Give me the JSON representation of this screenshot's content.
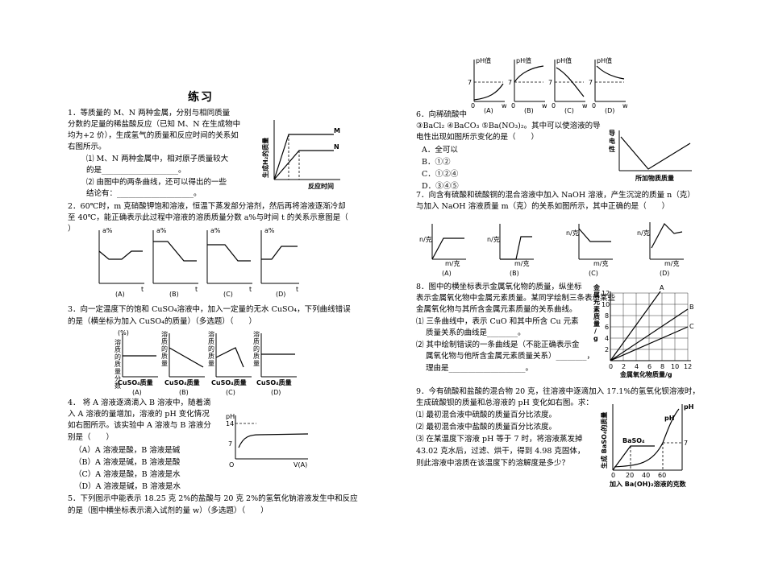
{
  "title": "练习",
  "q1": {
    "line1": "1．等质量的 M、N 两种金属，分别与相同质量",
    "line2": "分数的足量的稀盐酸反应（已知 M、N 在生成物中",
    "line3": "均为+2 价），生成氢气的质量和反应时间的关系如",
    "line4": "右图所示。",
    "sub1": "⑴ M、N 两种金属中，相对原子质量较大",
    "sub1b": "的是____________________。",
    "sub2": "⑵ 由图中的两条曲线，还可以得出的一些",
    "sub2b": "结论有：____________________。",
    "fig": {
      "ylabel": "生成H₂的质量",
      "xlabel": "反应时间",
      "curve_m": "M",
      "curve_n": "N"
    }
  },
  "q2": {
    "line1": "2．60℃时，m 克硝酸钾饱和溶液，恒温下蒸发部分溶剂，然后再将溶液逐渐冷却",
    "line2": "至 40℃，能正确表示此过程中溶液的溶质质量分数 a%与时间 t 的关系示意图是（",
    "line3": "）",
    "ylabel": "a%",
    "xlabel": "t",
    "options": [
      "(A)",
      "(B)",
      "(C)",
      "(D)"
    ]
  },
  "q3": {
    "line1": "3．向一定温度下的饱和 CuSO₄溶液中，加入一定量的无水 CuSO₄，下列曲线错误",
    "line2": "的是（横坐标为加入 CuSO₄的质量）（多选题）（　　）",
    "ylabel_a": "(%)",
    "ylabel": [
      "溶",
      "质",
      "的",
      "质",
      "量"
    ],
    "ylabel_a_extra": [
      "分",
      "数"
    ],
    "xlabel": "CuSO₄质量",
    "options": [
      "(A)",
      "(B)",
      "(C)",
      "(D)"
    ]
  },
  "q4": {
    "line1": "4．  将 A 溶液逐滴滴入 B 溶液中，随着滴",
    "line2": "入 A 溶液的量增加，溶液的 pH 变化情况",
    "line3": "如右图所示。该实验中 A 溶液与 B 溶液分",
    "line4": "别是（　　）",
    "optA": "（A）A 溶液是酸，B 溶液是碱",
    "optB": "（B）A 溶液是碱，B 溶液是酸",
    "optC": "（C）A 溶液是酸，B 溶液是水",
    "optD": "（D）A 溶液是碱，B 溶液是水",
    "fig": {
      "ylabel": "pH",
      "y14": "14",
      "y7": "7",
      "origin": "O",
      "xlabel": "V(A)"
    }
  },
  "q5": {
    "line1": "5．下列图示中能表示 18.25 克 2%的盐酸与 20 克 2%的氢氧化钠溶液发生中和反应",
    "line2": "的是（图中横坐标表示滴入试剂的量 w）（多选题）（　　）"
  },
  "q6": {
    "line1": "6．向稀硫酸中",
    "line2": "③BaCl₂ ④BaCO₃ ⑤Ba(NO₃)₂。其中可以使溶液的导",
    "line3": "电性出现如图所示变化的是（　　）",
    "optA": "A．全可以",
    "optB": "B．①②",
    "optC": "C．①②④",
    "optD": "D．③④⑤",
    "fig": {
      "ylabel": [
        "导",
        "电",
        "性"
      ],
      "xlabel": "所加物质质量"
    },
    "ph": {
      "label": "pH值",
      "seven": "7",
      "zero": "0",
      "w": "w",
      "options": [
        "(A)",
        "(B)",
        "(C)",
        "(D)"
      ]
    }
  },
  "q7": {
    "line1": "7．向含有硫酸和硫酸铜的混合溶液中加入 NaOH 溶液，产生沉淀的质量 n（克）",
    "line2": "与加入 NaOH 溶液质量 m（克）的关系如图所示，其中正确的是（　　）",
    "ylabel": "n/克",
    "xlabel": "m/克",
    "options": [
      "(A)",
      "(B)",
      "(C)",
      "(D)"
    ]
  },
  "q8": {
    "line1": "8．图中的横坐标表示金属氧化物的质量，纵坐标",
    "line2": "表示金属氧化物中金属元素质量。某同学绘制三条表示某些",
    "line3": "金属氧化物与其所含金属元素质量的关系曲线。",
    "line4": "⑴ 三条曲线中，表示 CuO 和其中所含 Cu 元素",
    "line5": "质量关系的曲线是________。",
    "line6": "⑵ 其中绘制错误的一条曲线是（不能正确表示金",
    "line7": "属氧化物与他所含金属元素质量关系）________，",
    "line8": "理由是____________________。",
    "fig": {
      "ylabel": [
        "金",
        "属",
        "元",
        "素",
        "质",
        "量",
        "/",
        "g"
      ],
      "xlabel": "金属氧化物质量/g",
      "yticks": [
        "2",
        "4",
        "6",
        "8",
        "10",
        "12"
      ],
      "xticks": [
        "0",
        "2",
        "4",
        "6",
        "8",
        "10",
        "12"
      ],
      "lines": [
        "A",
        "B",
        "C"
      ]
    }
  },
  "q9": {
    "line1": "9．今有硫酸和盐酸的混合物 20 克，往溶液中逐滴加入 17.1%的氢氧化钡溶液时，",
    "line2": "生成硫酸钡的质量和总溶液的 pH 变化如右图。求：",
    "s1": "⑴ 最初混合液中硫酸的质量百分比浓度。",
    "s2": "⑵ 最初混合液中盐酸的质量百分比浓度。",
    "s3": "⑶ 在某温度下溶液 pH 等于 7 时，将溶液蒸发掉",
    "s4": "43.02 克水后，过滤、烘干，得到 4.98 克固体，",
    "s5": "则此溶液中溶质在该温度下的溶解度是多少？",
    "fig": {
      "ylabel": "生成 BaSO₄的质量",
      "ylabel_r": "pH",
      "baso4": "BaSO₄",
      "ph": "pH",
      "seven": "7",
      "xticks": [
        "0",
        "20",
        "40",
        "60"
      ],
      "xlabel": "加入 Ba(OH)₂溶液的克数"
    }
  }
}
